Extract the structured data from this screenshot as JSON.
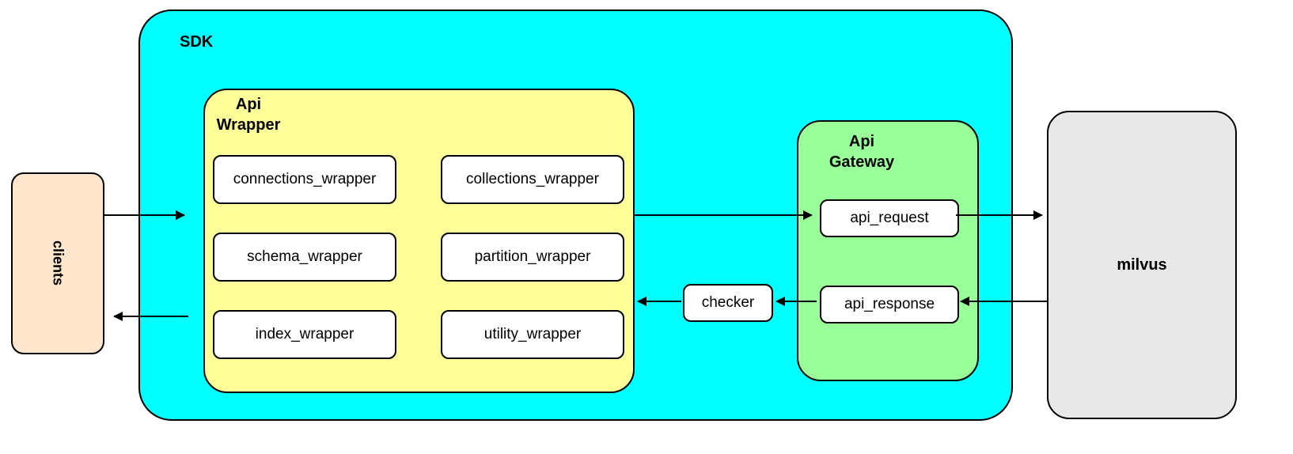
{
  "nodes": {
    "clients": "clients",
    "sdk": "SDK",
    "api_wrapper": "Api\nWrapper",
    "wrapper_boxes": [
      "connections_wrapper",
      "collections_wrapper",
      "schema_wrapper",
      "partition_wrapper",
      "index_wrapper",
      "utility_wrapper"
    ],
    "checker": "checker",
    "api_gateway": "Api\nGateway",
    "gateway_boxes": [
      "api_request",
      "api_response"
    ],
    "milvus": "milvus"
  },
  "edges": [
    {
      "from": "clients",
      "to": "sdk"
    },
    {
      "from": "sdk",
      "to": "clients"
    },
    {
      "from": "api_wrapper",
      "to": "api_request"
    },
    {
      "from": "api_request",
      "to": "milvus"
    },
    {
      "from": "milvus",
      "to": "api_response"
    },
    {
      "from": "api_response",
      "to": "checker"
    },
    {
      "from": "checker",
      "to": "api_wrapper"
    }
  ],
  "colors": {
    "sdk_fill": "#00FFFF",
    "api_wrapper_fill": "#FFFF99",
    "api_gateway_fill": "#99FF99",
    "clients_fill": "#FFE6CC",
    "milvus_fill": "#E8E8E8",
    "node_fill": "#FFFFFF",
    "stroke": "#000000",
    "arrow": "#000000"
  }
}
